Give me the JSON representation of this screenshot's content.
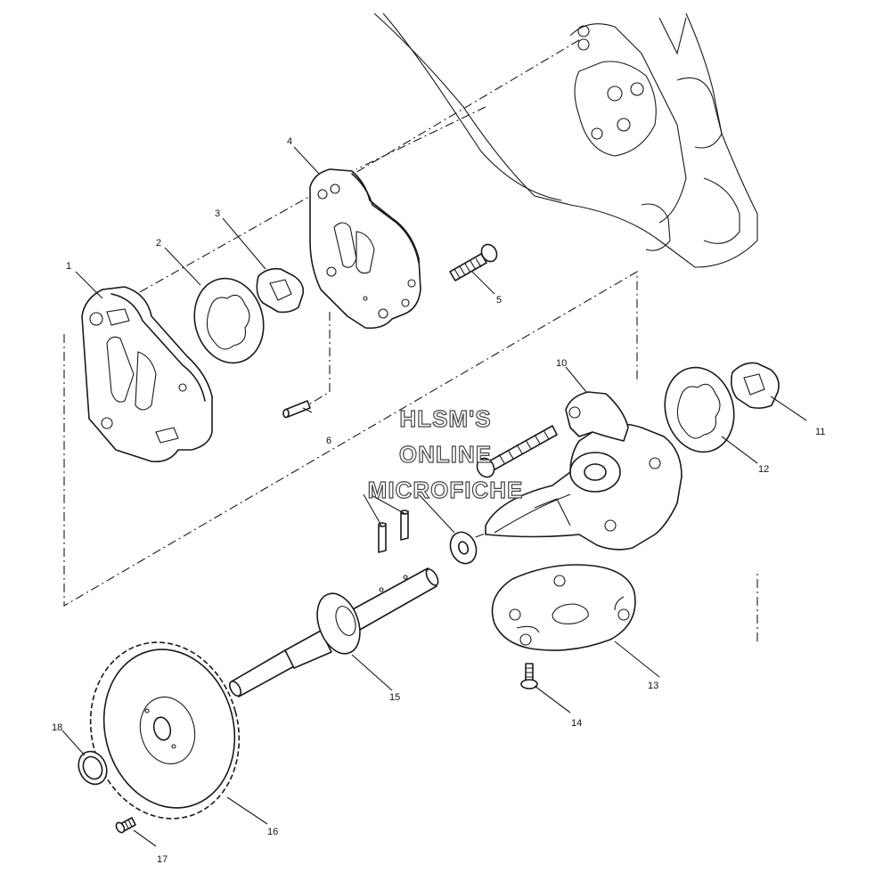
{
  "parts": [
    {
      "num": "1"
    },
    {
      "num": "2"
    },
    {
      "num": "3"
    },
    {
      "num": "4"
    },
    {
      "num": "5"
    },
    {
      "num": "6"
    },
    {
      "num": "10"
    },
    {
      "num": "11"
    },
    {
      "num": "12"
    },
    {
      "num": "13"
    },
    {
      "num": "14"
    },
    {
      "num": "15"
    },
    {
      "num": "16"
    },
    {
      "num": "17"
    },
    {
      "num": "18"
    }
  ],
  "watermark": [
    "HLSM'S",
    "ONLINE",
    "MICROFICHE"
  ]
}
